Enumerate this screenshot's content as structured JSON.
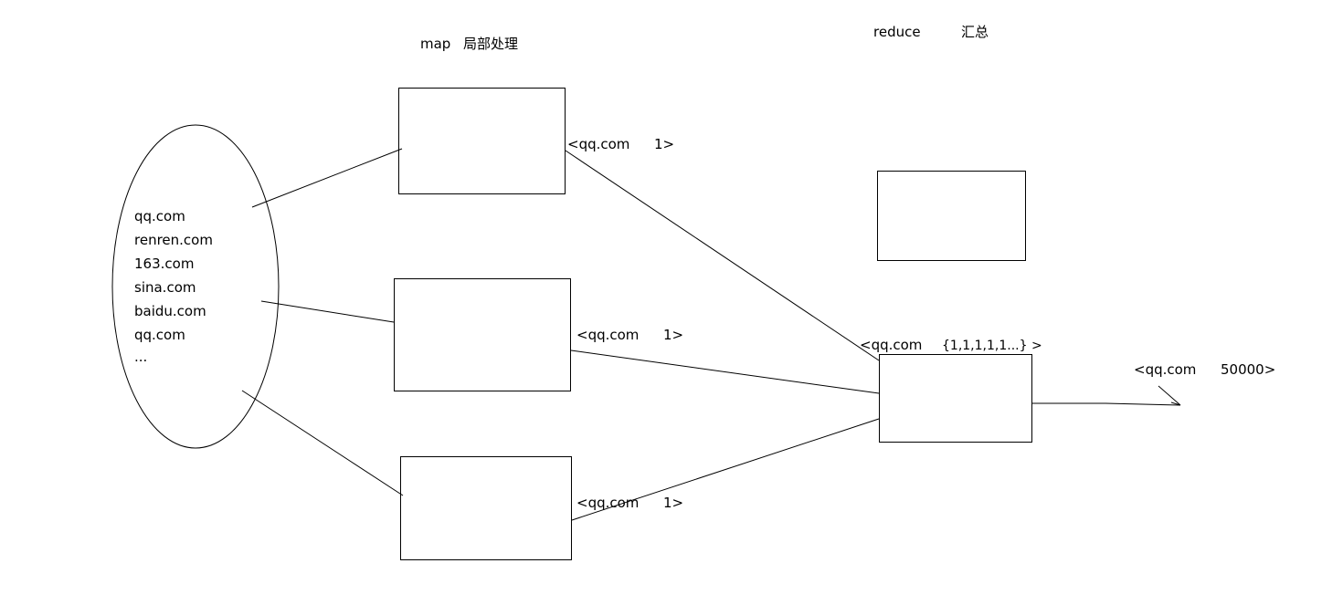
{
  "labels": {
    "map_heading": "map",
    "map_note": "局部处理",
    "reduce_heading": "reduce",
    "reduce_note": "汇总"
  },
  "input_items": [
    "qq.com",
    "renren.com",
    "163.com",
    "sina.com",
    "baidu.com",
    "qq.com",
    "..."
  ],
  "map_outputs": [
    {
      "key": "<qq.com",
      "value": "1>"
    },
    {
      "key": "<qq.com",
      "value": "1>"
    },
    {
      "key": "<qq.com",
      "value": "1>"
    }
  ],
  "reduce_input": {
    "key": "<qq.com",
    "value": "{1,1,1,1,1...} >"
  },
  "final_output": {
    "key": "<qq.com",
    "value": "50000>"
  }
}
